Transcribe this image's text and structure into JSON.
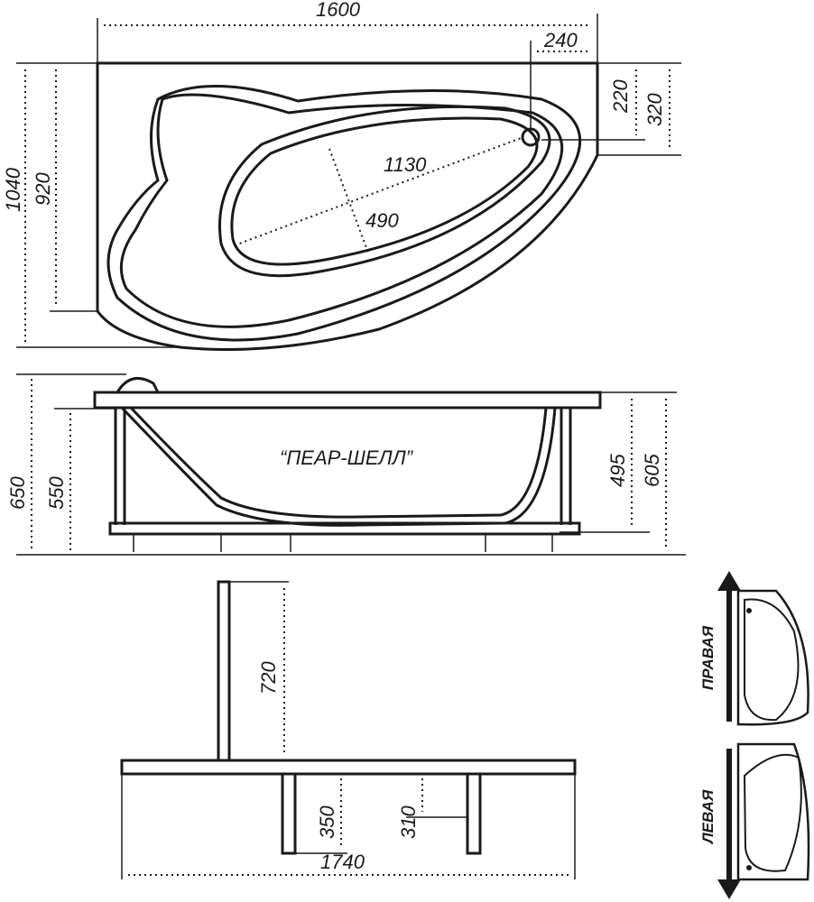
{
  "top_view": {
    "width": "1600",
    "drain_offset_x": "240",
    "drain_offset_y": "220",
    "corner_depth": "320",
    "total_depth": "1040",
    "side_depth": "920",
    "basin_length": "1130",
    "basin_width": "490"
  },
  "side_view": {
    "total_height": "650",
    "leg_height": "550",
    "model_name": "“ПЕАР-ШЕЛЛ”",
    "rim_height": "495",
    "front_height": "605"
  },
  "frame_view": {
    "post_height": "720",
    "support_left": "350",
    "support_right": "310",
    "frame_length": "1740"
  },
  "variants": {
    "right": "ПРАВАЯ",
    "left": "ЛЕВАЯ"
  }
}
